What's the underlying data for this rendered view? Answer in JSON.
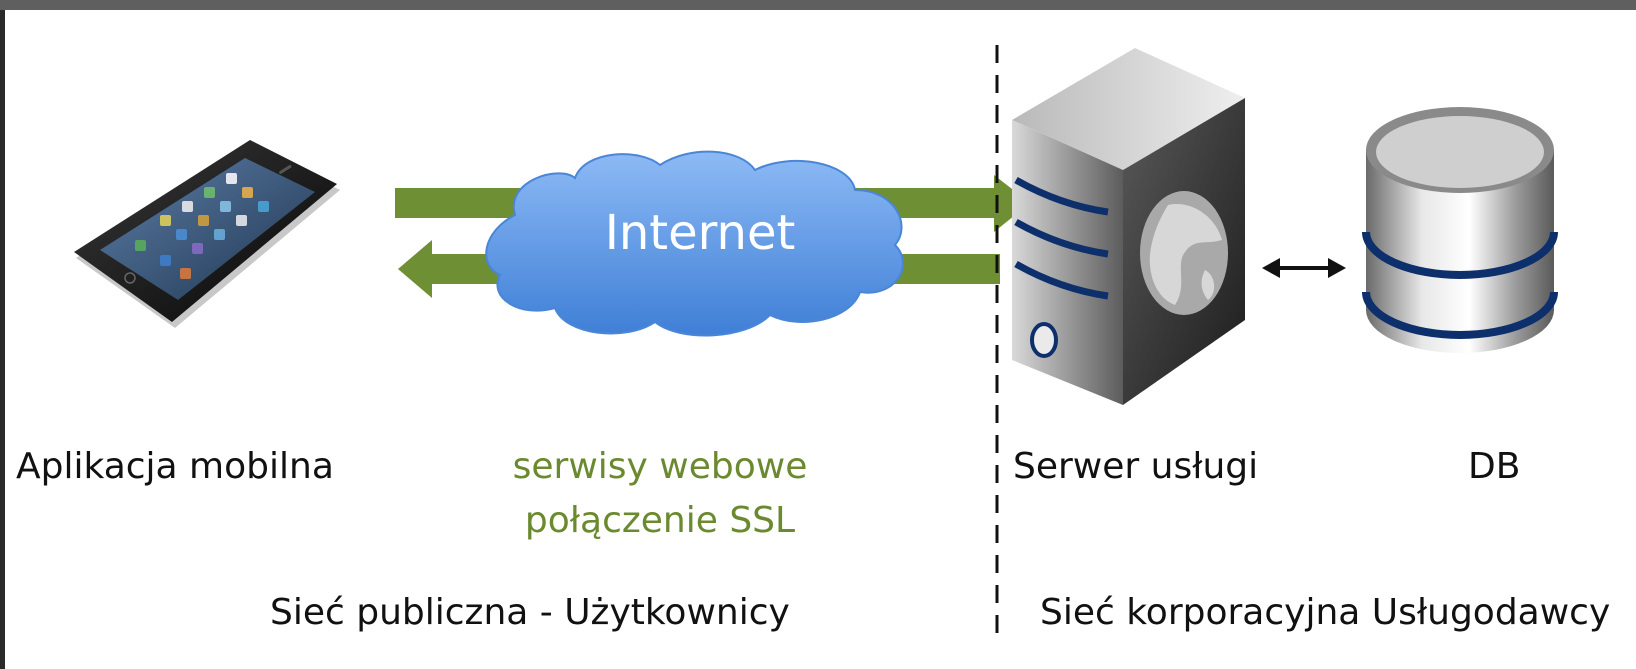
{
  "diagram": {
    "nodes": {
      "mobile_app": "Aplikacja mobilna",
      "internet": "Internet",
      "server": "Serwer usługi",
      "db": "DB"
    },
    "link_labels": {
      "line1": "serwisy webowe",
      "line2": "połączenie SSL"
    },
    "zones": {
      "public": "Sieć publiczna - Użytkownicy",
      "corporate": "Sieć korporacyjna Usługodawcy"
    },
    "icons": [
      "smartphone-icon",
      "cloud-icon",
      "server-tower-icon",
      "globe-icon",
      "database-icon",
      "arrow-right-icon",
      "arrow-left-icon",
      "double-arrow-icon"
    ],
    "colors": {
      "arrow_green": "#6f8f34",
      "cloud_blue": "#5f9ae6",
      "label_green": "#6b8a2f",
      "server_ring": "#0d2f6b",
      "top_bar": "#5f5f5f"
    }
  }
}
